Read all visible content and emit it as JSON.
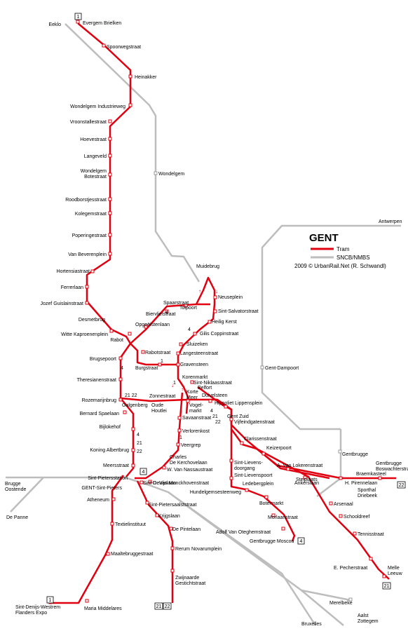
{
  "legend": {
    "title": "GENT",
    "tram_label": "Tram",
    "rail_label": "SNCB/NMBS",
    "credit": "2009 © UrbanRail.Net (R. Schwandl)",
    "tram_color": "#e0000f",
    "rail_color": "#bdbdbd"
  },
  "line_badges": [
    "1",
    "4",
    "21",
    "22"
  ],
  "rail_labels": {
    "eeklo": "Eeklo",
    "antwerpen": "Antwerpen",
    "brugge_oostende": "Brugge\nOostende",
    "de_panne": "De Panne",
    "bruxelles": "Bruxelles",
    "aalst_zottegem": "Aalst\nZottegem",
    "wondelgem_rail": "Wondelgem",
    "gent_dampoort": "Gent-Dampoort",
    "gentbrugge_rail": "Gentbrugge",
    "merelbeke": "Merelbeke"
  },
  "stations": {
    "evergem": "Evergem Brielken",
    "spoorwegstraat": "Spoorwegstraat",
    "heinakker": "Heinakker",
    "wondelgem_industrieweg": "Wondelgem Industrieweg",
    "vroonstallestraat": "Vroonstallestraat",
    "hoevestraat": "Hoevestraat",
    "langeveld": "Langeveld",
    "wondelgem_botestraat": "Wondelgem\nBotestraat",
    "roodborstjesstraat": "Roodborstjesstraat",
    "kolegemstraat": "Kolegemstraat",
    "poperingestraat": "Poperingestraat",
    "van_beverenplein": "Van Beverenplein",
    "hortensiastraat": "Hortensiastraat",
    "ferrerlaan": "Ferrerlaan",
    "jozef_guislainstraat": "Jozef Guislainstraat",
    "desmetbrug": "Desmetbrug",
    "witte_kaproenenplein": "Witte Kaproenenplein",
    "rabot": "Rabot",
    "opgeeistenlaan": "Opgeëistenlaan",
    "biervlietstraat": "Biervlietstraat",
    "spaarstraat": "Spaarstraat",
    "tolpoort": "Tolpoort",
    "muidebrug": "Muidebrug",
    "neuseplein": "Neuseplein",
    "sint_salvatorstraat": "Sint-Salvatorstraat",
    "heilig_kerst": "Heilig Kerst",
    "gilis_coppinstraat": "Gilis Coppinstraat",
    "sluizeken": "Sluizeken",
    "langesteenstraat": "Langesteenstraat",
    "gravensteen": "Gravensteen",
    "rabotstraat": "Rabotstraat",
    "burgstraat": "Burgstraat",
    "brugsepoort": "Brugsepoort",
    "theresianenstraat": "Theresianenstraat",
    "rozemarijnbrug": "Rozemarijnbrug",
    "bernard_spaelaan": "Bernard Spaelaan",
    "bijlokehof": "Bijlokehof",
    "koning_albertbrug": "Koning Albertbrug",
    "meersstraat": "Meersstraat",
    "sint_pietersstation": "Sint-Pietersstation",
    "gent_sint_pieters": "GENT-Sint-Pieters",
    "korenmarkt": "Korenmarkt",
    "sint_niklaasstraat": "Sint-Niklaasstraat",
    "belfort": "Belfort",
    "korte_meer": "Korte\nMeer",
    "duivelsteen": "Duivelsteen",
    "zonnestraat": "Zonnestraat",
    "galgenberg": "Galgenberg",
    "oude_houtlei": "Oude\nHoutlei",
    "vogelmarkt": "Vogel-\nmarkt",
    "hippoliet_lippensplein": "Hippoliet Lippensplein",
    "gent_zuid": "Gent Zuid",
    "savaanstraat": "Savaanstraat",
    "verlorenkost": "Verlorenkost",
    "veergrep": "Veergrep",
    "charles_de_kerchovelaan": "Charles\nDe Kerchovelaan",
    "w_van_nassaustraat": "W. Van Nassaustraat",
    "d_van_monckhovenstraat": "D. Van Monckhovenstraat",
    "vijfeindgatenstraat": "Vijfeindgatenstraat",
    "clarissenstraat": "Clarissenstraat",
    "keizerpoort": "Keizerpoort",
    "sint_lievens_doorgang": "Sint-Lievens-\ndoorgang",
    "a_van_lokerenstraat": "A. Van Lokerenstraat",
    "ankerslaan": "Ankerslaan",
    "sint_lievenspoort": "Sint-Lievenspoort",
    "ledebergplein": "Ledebergplein",
    "hundelgemsesteenweg": "Hundelgemsesteenweg",
    "botermarkt": "Botermarkt",
    "morlaanstraat": "Morlaanstraat",
    "adolf_van_oteghemstraat": "Adolf Van Oteghemstraat",
    "gentbrugge_moscou": "Gentbrugge Moscou",
    "stelplaats": "Stelplaats",
    "h_pirennelaan": "H. Pirennelaan",
    "braemkasteel": "Braemkasteel",
    "gentbrugge_bosweg": "Gentbrugge\nBoswachterstraat",
    "sporthal_driebeek": "Sporthal\nDriebeek",
    "arsenaal": "Arsenaal",
    "schooldreef": "Schooldreef",
    "tennisstraat": "Tennisstraat",
    "e_pecherstraat": "E. Pecherstraat",
    "melle_leeuw": "Melle\nLeeuw",
    "sint_denijslaan": "Sint-Denijslaan",
    "sint_pietersaalststraat": "Sint-Pietersaalststraat",
    "krijgslaan": "Krijgslaan",
    "de_pintelaan": "De Pintelaan",
    "rerum_novarumplein": "Rerum Novarumplein",
    "zwijnaarde": "Zwijnaarde\nGestichtstraat",
    "atheneum": "Atheneum",
    "textielinstituut": "Textielinstituut",
    "maaltebruggestraat": "Maaltebruggestraat",
    "maria_middelares": "Maria Middelares",
    "sint_denijs_westrem": "Sint-Denijs-Westrem\nFlanders Expo"
  }
}
